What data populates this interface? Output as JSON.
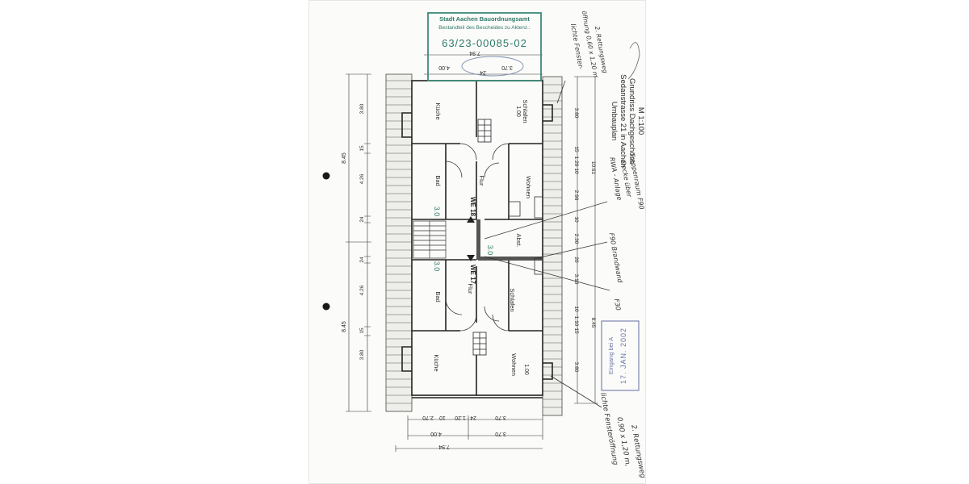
{
  "stamp_top": {
    "line1": "Stadt Aachen Bauordnungsamt",
    "line2": "Bestandteil des Bescheides zu Aktenz.:",
    "file_no": "63/23-00085-02"
  },
  "stamp_side": {
    "line1": "Eingang bei A",
    "line2": "17. JAN. 2002"
  },
  "title_block": {
    "line1": "Umbauplan",
    "line2": "Sedanstrasse 21 in Aachen",
    "line3": "Grundriss Dachgeschoss",
    "line4": "M 1:100"
  },
  "rooms": {
    "kueche_we18": "Küche",
    "schlafen_we18": "Schlafen",
    "bad_we18": "Bad",
    "flur_we18": "Flur",
    "wohnen_we18": "Wohnen",
    "abst": "Abst.",
    "bad_we17": "Bad",
    "flur_we17": "Flur",
    "schlafen_we17": "Schlafen",
    "kueche_we17": "Küche",
    "wohnen_we17": "Wohnen"
  },
  "units": {
    "we18": "WE 18",
    "we17": "WE 17"
  },
  "dims_left_outer": [
    "8.45",
    "8.45"
  ],
  "dims_left_inner": [
    "3.80",
    "15",
    "4.26",
    "24",
    "24",
    "4.26",
    "15",
    "3.80"
  ],
  "dims_right": [
    "3.80",
    "15",
    "1.20",
    "10",
    "2.96",
    "10",
    "2.30",
    "20",
    "3.10",
    "10",
    "1.10",
    "15",
    "3.80",
    "10.61",
    "8.45"
  ],
  "dims_top": [
    "7.94",
    "24",
    "3.70",
    "4.00"
  ],
  "dims_bottom_row1": [
    "2.70",
    "10",
    "1.20",
    "24",
    "3.70"
  ],
  "dims_bottom_row2": [
    "4.00",
    "3.70"
  ],
  "dims_bottom_row3": [
    "7.94"
  ],
  "window_dims": [
    "1.00",
    "1.00"
  ],
  "notes": {
    "top_right": [
      "lichte Fenster-",
      "öffnung 0,60 x 1,20 m",
      "2. Rettungsweg"
    ],
    "rwa": [
      "RWA - Anlage",
      "Decke über",
      "Treppenraum F90"
    ],
    "f90_wall": "F90 Brandwand",
    "f30": "F30",
    "bottom": [
      "lichte Fensteröffnung",
      "0,90 x 1,20 m,",
      "2. Rettungsweg"
    ]
  },
  "markers": [
    "3.0",
    "3.0",
    "3.0"
  ]
}
